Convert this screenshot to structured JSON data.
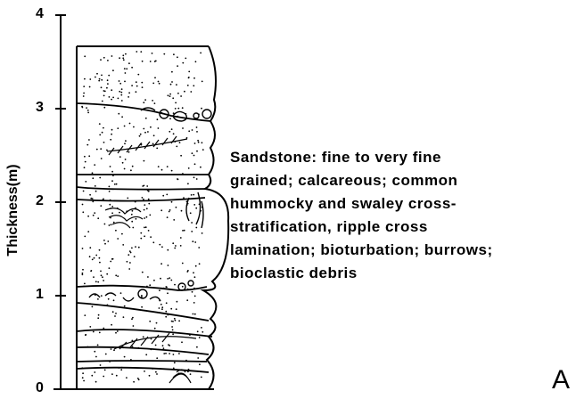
{
  "y_axis": {
    "title": "Thickness(m)",
    "ticks": [
      "0",
      "1",
      "2",
      "3",
      "4"
    ]
  },
  "description": {
    "lines": [
      "Sandstone: fine to very fine",
      "grained; calcareous; common",
      "hummocky and swaley cross-",
      "stratification, ripple cross",
      "lamination; bioturbation; burrows;",
      "bioclastic debris"
    ]
  },
  "panel_label": "A",
  "colors": {
    "ink": "#000000",
    "background": "#ffffff"
  }
}
